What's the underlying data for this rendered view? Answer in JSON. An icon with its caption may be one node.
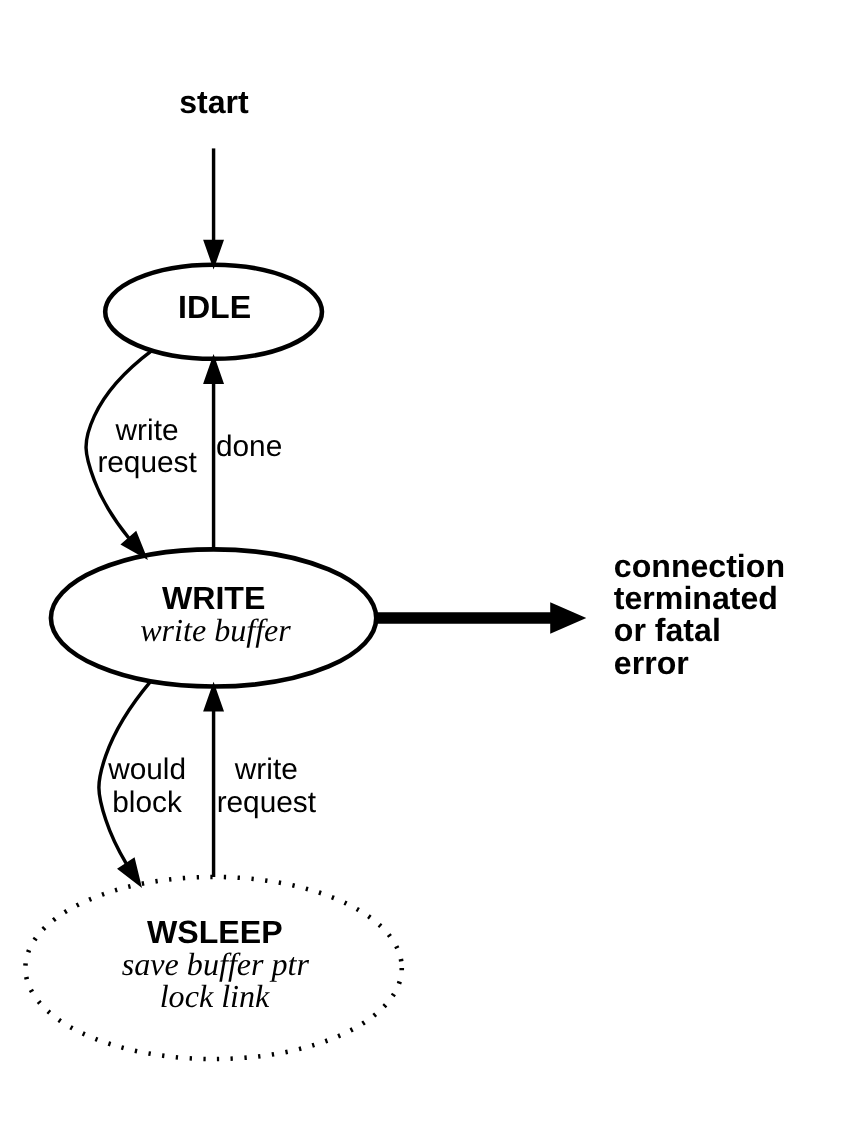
{
  "diagram": {
    "nodes": [
      {
        "text": [
          "start"
        ]
      },
      {
        "text": [
          "IDLE"
        ]
      },
      {
        "text": [
          "WRITE",
          "write buffer"
        ]
      },
      {
        "text": [
          "WSLEEP",
          "save buffer ptr",
          "lock link"
        ]
      },
      {
        "text": [
          "connection terminated or fatal error"
        ]
      }
    ],
    "edges": [
      {
        "from": 0,
        "to": 1,
        "arrow": "to"
      },
      {
        "from": 1,
        "to": 2,
        "arrow": "to",
        "label": "write request"
      },
      {
        "from": 2,
        "to": 1,
        "arrow": "to",
        "label": "done"
      },
      {
        "from": 2,
        "to": 4,
        "arrow": "to",
        "style": "thick"
      },
      {
        "from": 2,
        "to": 3,
        "arrow": "to",
        "label": "would block"
      },
      {
        "from": 3,
        "to": 2,
        "arrow": "to",
        "label": "write request"
      }
    ]
  }
}
